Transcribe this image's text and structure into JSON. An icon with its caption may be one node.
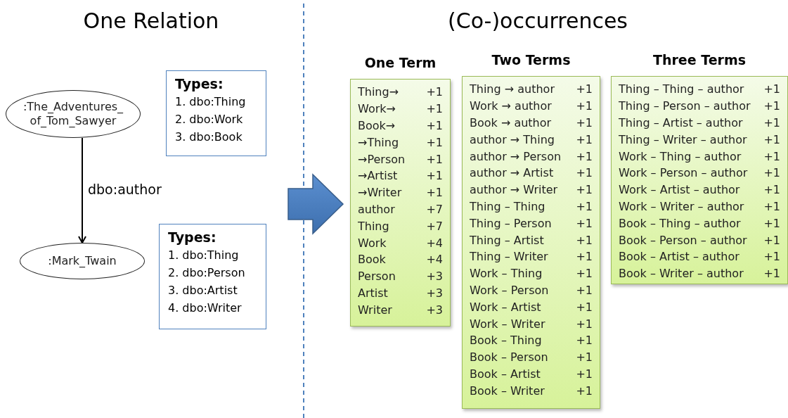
{
  "diagram": {
    "nodes": [
      {
        "text": [
          ":The_Adventures_ of_Tom_Sawyer"
        ]
      },
      {
        "text": [
          ":Mark_Twain"
        ]
      },
      {
        "text": [
          "Types:",
          "1. dbo:Thing",
          "2. dbo:Work",
          "3. dbo:Book"
        ]
      },
      {
        "text": [
          "Types:",
          "1. dbo:Thing",
          "2. dbo:Person",
          "3. dbo:Artist",
          "4. dbo:Writer"
        ]
      },
      {
        "text": [
          "One Term",
          "Thing→",
          "+1",
          "Work→",
          "+1",
          "Book→",
          "+1",
          "→Thing",
          "+1",
          "→Person",
          "+1",
          "→Artist",
          "+1",
          "→Writer",
          "+1",
          "author",
          "+7",
          "Thing",
          "+7",
          "Work",
          "+4",
          "Book",
          "+4",
          "Person",
          "+3",
          "Artist",
          "+3",
          "Writer",
          "+3"
        ]
      },
      {
        "text": [
          "Two Terms",
          "Thing → author",
          "+1",
          "Work → author",
          "+1",
          "Book → author",
          "+1",
          "author → Thing",
          "+1",
          "author → Person",
          "+1",
          "author → Artist",
          "+1",
          "author → Writer",
          "+1",
          "Thing – Thing",
          "+1",
          "Thing – Person",
          "+1",
          "Thing – Artist",
          "+1",
          "Thing – Writer",
          "+1",
          "Work – Thing",
          "+1",
          "Work – Person",
          "+1",
          "Work – Artist",
          "+1",
          "Work – Writer",
          "+1",
          "Book – Thing",
          "+1",
          "Book – Person",
          "+1",
          "Book – Artist",
          "+1",
          "Book – Writer",
          "+1"
        ]
      },
      {
        "text": [
          "Three Terms",
          "Thing – Thing – author",
          "+1",
          "Thing – Person – author",
          "+1",
          "Thing – Artist – author",
          "+1",
          "Thing – Writer – author",
          "+1",
          "Work – Thing – author",
          "+1",
          "Work – Person – author",
          "+1",
          "Work – Artist – author",
          "+1",
          "Work – Writer – author",
          "+1",
          "Book – Thing – author",
          "+1",
          "Book – Person – author",
          "+1",
          "Book – Artist – author",
          "+1",
          "Book – Writer – author",
          "+1"
        ]
      }
    ],
    "edges": [
      {
        "from": 0,
        "to": 1,
        "arrow": "to",
        "label": "dbo:author"
      }
    ],
    "labels": [
      "One Relation",
      "(Co-)occurrences"
    ]
  }
}
